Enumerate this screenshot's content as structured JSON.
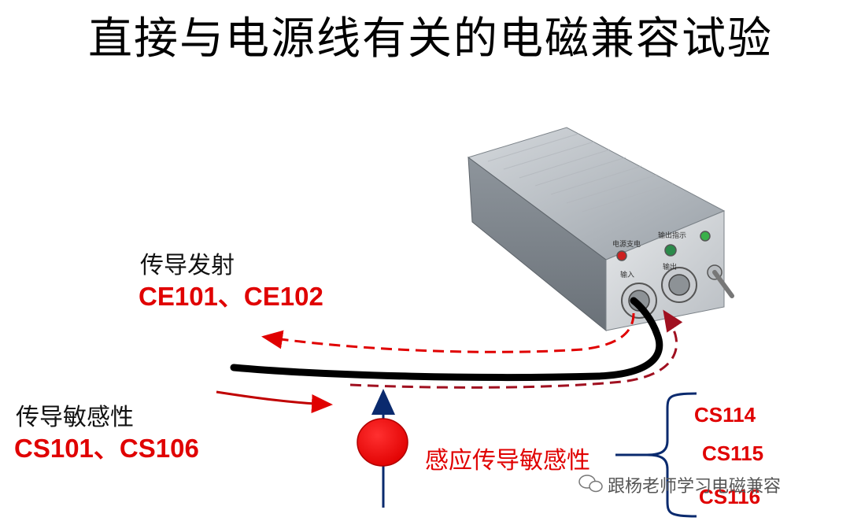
{
  "title": "直接与电源线有关的电磁兼容试验",
  "conducted_emission": {
    "heading": "传导发射",
    "codes": "CE101、CE102"
  },
  "conducted_susceptibility": {
    "heading": "传导敏感性",
    "codes": "CS101、CS106"
  },
  "induced_susceptibility": {
    "heading": "感应传导敏感性",
    "codes": [
      "CS114",
      "CS115",
      "CS116"
    ]
  },
  "device_panel": {
    "label_power": "电源支电",
    "label_output_ind": "输出指示",
    "label_input": "输入",
    "label_output": "输出"
  },
  "watermark": "跟杨老师学习电磁兼容",
  "colors": {
    "red": "#e00000",
    "dark_red": "#a01020",
    "navy": "#0a2a6e",
    "cable": "#000000"
  }
}
